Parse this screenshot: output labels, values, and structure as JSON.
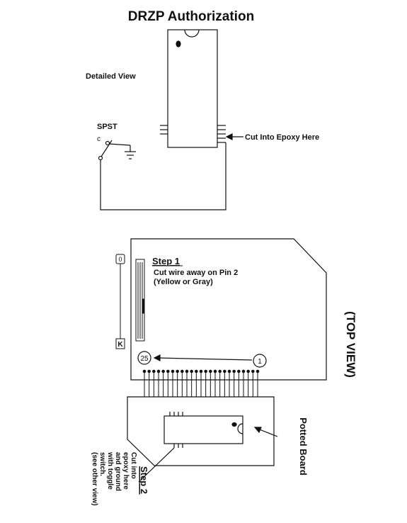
{
  "title": "DRZP Authorization",
  "detailed_view_label": "Detailed View",
  "spst_label": "SPST",
  "spst_c": "c",
  "cut_epoxy_label": "Cut Into Epoxy Here",
  "step1": {
    "heading": "Step 1",
    "line1": "Cut wire away on Pin 2",
    "line2": "(Yellow or Gray)"
  },
  "top_view_label": "(TOP VIEW)",
  "potted_board_label": "Potted Board",
  "step2": {
    "heading": "Step 2",
    "lines": [
      "Cut into",
      "epoxy here",
      "and ground",
      "with toggle",
      "switch.",
      "(see other view)"
    ]
  },
  "pin_labels": {
    "pin25": "25",
    "pin1": "1"
  },
  "slider_markers": {
    "top": "0",
    "bottom": "K"
  }
}
